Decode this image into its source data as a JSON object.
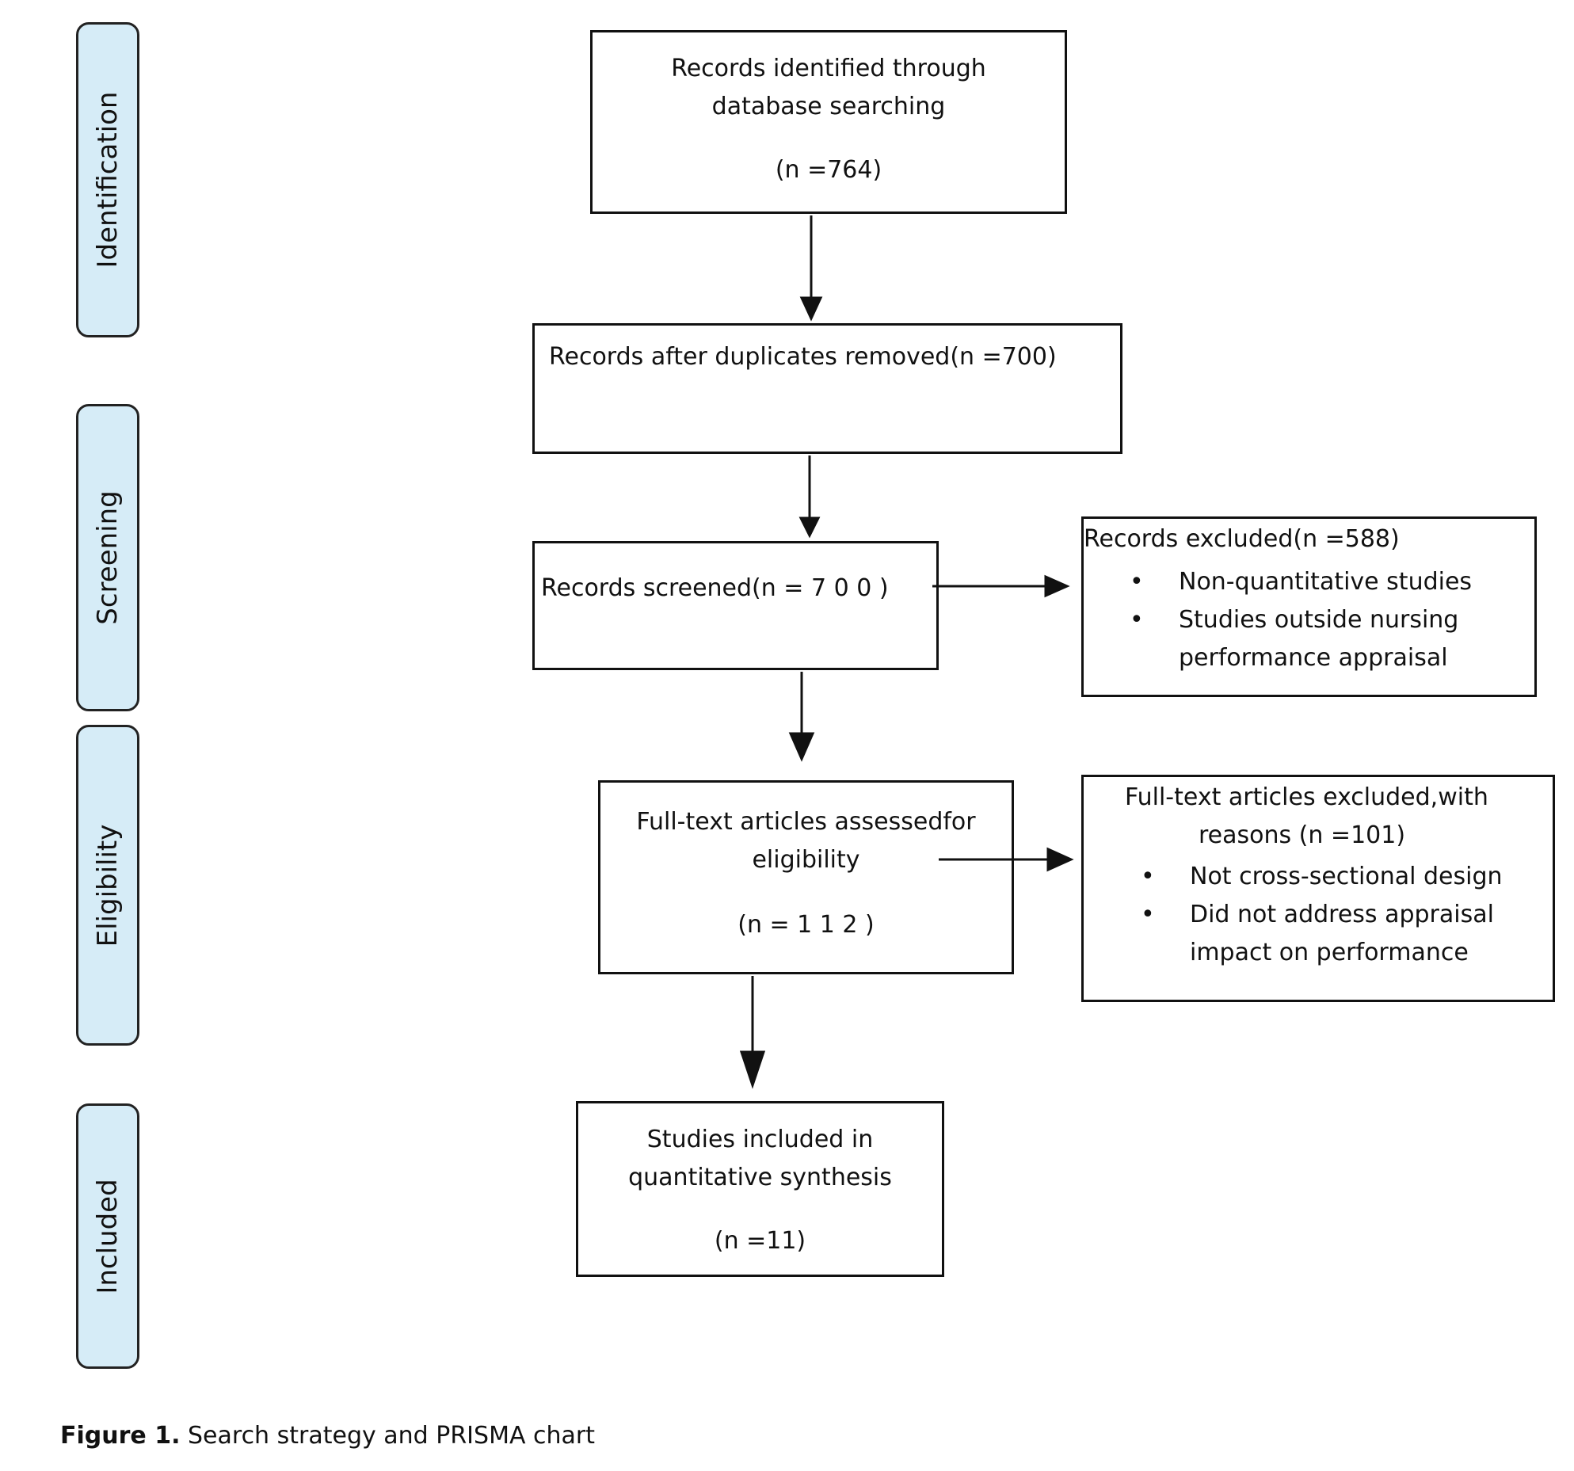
{
  "stages": {
    "identification": "Identification",
    "screening": "Screening",
    "eligibility": "Eligibility",
    "included": "Included"
  },
  "boxes": {
    "identified": {
      "line1": "Records identified through",
      "line2": "database searching",
      "count": "(n =764)"
    },
    "duplicates": {
      "line1": "Records after  duplicates removed(n =700)"
    },
    "screened": {
      "line1": "Records screened(n =  7 0 0 )"
    },
    "excluded": {
      "title": "Records excluded(n =588)",
      "bullets": [
        "Non-quantitative studies",
        "Studies outside nursing"
      ],
      "bullet2_cont": "performance appraisal"
    },
    "fulltext": {
      "line1": "Full-text articles assessedfor",
      "line2": "eligibility",
      "count": "(n =  1 1 2 )"
    },
    "fulltext_excluded": {
      "line1": "Full-text articles excluded,with",
      "line2": "reasons (n =101)",
      "bullets": [
        "Not cross-sectional design",
        "Did not address appraisal"
      ],
      "bullet2_cont": "impact on performance"
    },
    "included": {
      "line1": "Studies included in",
      "line2": "quantitative synthesis",
      "count": "(n =11)"
    }
  },
  "caption": {
    "label": "Figure 1.",
    "text": " Search strategy and PRISMA chart"
  }
}
